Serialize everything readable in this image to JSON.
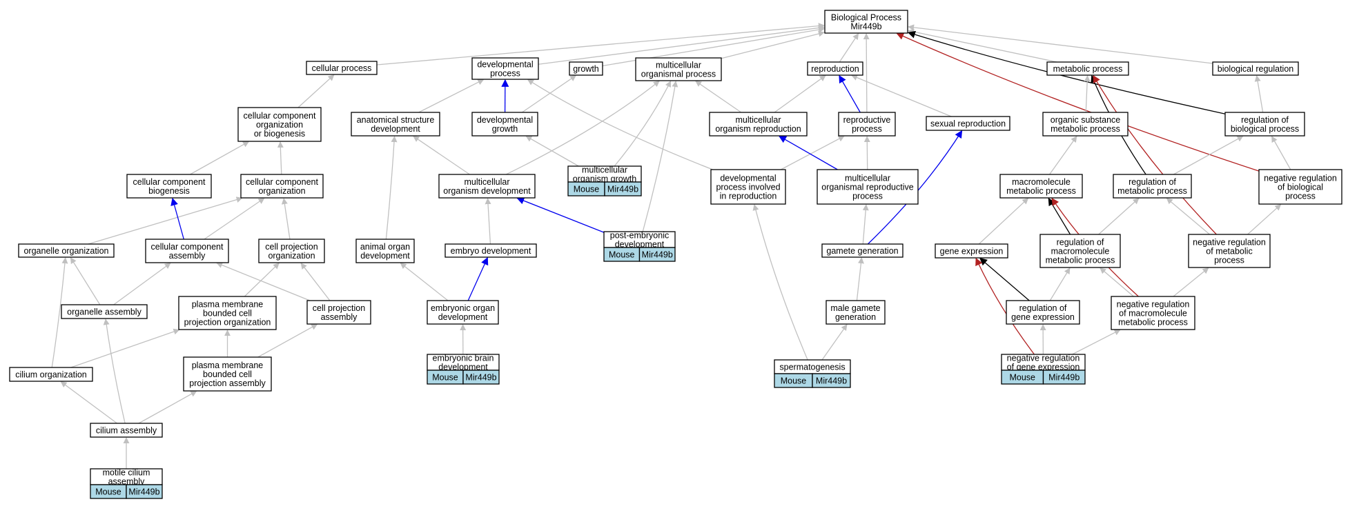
{
  "colors": {
    "is_a": "#c0c0c0",
    "part_of": "#000000",
    "positively_regulates": "#0000ee",
    "negatively_regulates": "#b22222",
    "annotation_tag": "#add8e6"
  },
  "nodes": {
    "bp": {
      "lines": [
        "Biological Process",
        "Mir449b"
      ]
    },
    "cellular_process": {
      "lines": [
        "cellular process"
      ]
    },
    "developmental_process": {
      "lines": [
        "developmental",
        "process"
      ]
    },
    "growth": {
      "lines": [
        "growth"
      ]
    },
    "multicellular_organismal_process": {
      "lines": [
        "multicellular",
        "organismal process"
      ]
    },
    "reproduction": {
      "lines": [
        "reproduction"
      ]
    },
    "metabolic_process": {
      "lines": [
        "metabolic process"
      ]
    },
    "biological_regulation": {
      "lines": [
        "biological regulation"
      ]
    },
    "cc_org_or_biogenesis": {
      "lines": [
        "cellular component",
        "organization",
        "or biogenesis"
      ]
    },
    "anatomical_structure_development": {
      "lines": [
        "anatomical structure",
        "development"
      ]
    },
    "developmental_growth": {
      "lines": [
        "developmental",
        "growth"
      ]
    },
    "multicellular_organism_reproduction": {
      "lines": [
        "multicellular",
        "organism reproduction"
      ]
    },
    "reproductive_process": {
      "lines": [
        "reproductive",
        "process"
      ]
    },
    "sexual_reproduction": {
      "lines": [
        "sexual reproduction"
      ]
    },
    "organic_substance_metabolic_process": {
      "lines": [
        "organic substance",
        "metabolic process"
      ]
    },
    "regulation_of_biological_process": {
      "lines": [
        "regulation of",
        "biological process"
      ]
    },
    "cc_biogenesis": {
      "lines": [
        "cellular component",
        "biogenesis"
      ]
    },
    "cc_organization": {
      "lines": [
        "cellular component",
        "organization"
      ]
    },
    "multicellular_organism_development": {
      "lines": [
        "multicellular",
        "organism development"
      ]
    },
    "multicellular_organism_growth": {
      "lines": [
        "multicellular",
        "organism growth"
      ],
      "tags": [
        "Mouse",
        "Mir449b"
      ]
    },
    "dev_process_in_reproduction": {
      "lines": [
        "developmental",
        "process involved",
        "in reproduction"
      ]
    },
    "multicellular_organismal_reproductive_process": {
      "lines": [
        "multicellular",
        "organismal reproductive",
        "process"
      ]
    },
    "macromolecule_metabolic_process": {
      "lines": [
        "macromolecule",
        "metabolic process"
      ]
    },
    "regulation_of_metabolic_process": {
      "lines": [
        "regulation of",
        "metabolic process"
      ]
    },
    "negative_regulation_of_biological_process": {
      "lines": [
        "negative regulation",
        "of biological",
        "process"
      ]
    },
    "organelle_organization": {
      "lines": [
        "organelle organization"
      ]
    },
    "cc_assembly": {
      "lines": [
        "cellular component",
        "assembly"
      ]
    },
    "cell_projection_organization": {
      "lines": [
        "cell projection",
        "organization"
      ]
    },
    "animal_organ_development": {
      "lines": [
        "animal organ",
        "development"
      ]
    },
    "embryo_development": {
      "lines": [
        "embryo development"
      ]
    },
    "post_embryonic_development": {
      "lines": [
        "post-embryonic",
        "development"
      ],
      "tags": [
        "Mouse",
        "Mir449b"
      ]
    },
    "gamete_generation": {
      "lines": [
        "gamete generation"
      ]
    },
    "gene_expression": {
      "lines": [
        "gene expression"
      ]
    },
    "regulation_of_macromolecule_metabolic_process": {
      "lines": [
        "regulation of",
        "macromolecule",
        "metabolic process"
      ]
    },
    "negative_regulation_of_metabolic_process": {
      "lines": [
        "negative regulation",
        "of metabolic",
        "process"
      ]
    },
    "organelle_assembly": {
      "lines": [
        "organelle assembly"
      ]
    },
    "pm_bounded_cell_projection_organization": {
      "lines": [
        "plasma membrane",
        "bounded cell",
        "projection organization"
      ]
    },
    "cell_projection_assembly": {
      "lines": [
        "cell projection",
        "assembly"
      ]
    },
    "embryonic_organ_development": {
      "lines": [
        "embryonic organ",
        "development"
      ]
    },
    "male_gamete_generation": {
      "lines": [
        "male gamete",
        "generation"
      ]
    },
    "regulation_of_gene_expression": {
      "lines": [
        "regulation of",
        "gene expression"
      ]
    },
    "negative_regulation_of_macromolecule_metabolic_process": {
      "lines": [
        "negative regulation",
        "of macromolecule",
        "metabolic process"
      ]
    },
    "cilium_organization": {
      "lines": [
        "cilium organization"
      ]
    },
    "pm_bounded_cell_projection_assembly": {
      "lines": [
        "plasma membrane",
        "bounded cell",
        "projection assembly"
      ]
    },
    "embryonic_brain_development": {
      "lines": [
        "embryonic brain",
        "development"
      ],
      "tags": [
        "Mouse",
        "Mir449b"
      ]
    },
    "spermatogenesis": {
      "lines": [
        "spermatogenesis"
      ],
      "tags": [
        "Mouse",
        "Mir449b"
      ]
    },
    "negative_regulation_of_gene_expression": {
      "lines": [
        "negative regulation",
        "of gene expression"
      ],
      "tags": [
        "Mouse",
        "Mir449b"
      ]
    },
    "cilium_assembly": {
      "lines": [
        "cilium assembly"
      ]
    },
    "motile_cilium_assembly": {
      "lines": [
        "motile cilium",
        "assembly"
      ],
      "tags": [
        "Mouse",
        "Mir449b"
      ]
    }
  },
  "edges": [
    {
      "from": "cellular_process",
      "to": "bp",
      "type": "is_a"
    },
    {
      "from": "developmental_process",
      "to": "bp",
      "type": "is_a"
    },
    {
      "from": "growth",
      "to": "bp",
      "type": "is_a"
    },
    {
      "from": "multicellular_organismal_process",
      "to": "bp",
      "type": "is_a"
    },
    {
      "from": "reproduction",
      "to": "bp",
      "type": "is_a"
    },
    {
      "from": "reproductive_process",
      "to": "bp",
      "type": "is_a"
    },
    {
      "from": "metabolic_process",
      "to": "bp",
      "type": "is_a"
    },
    {
      "from": "biological_regulation",
      "to": "bp",
      "type": "is_a"
    },
    {
      "from": "regulation_of_biological_process",
      "to": "bp",
      "type": "part_of"
    },
    {
      "from": "negative_regulation_of_biological_process",
      "to": "bp",
      "type": "negatively_regulates"
    },
    {
      "from": "cc_org_or_biogenesis",
      "to": "cellular_process",
      "type": "is_a"
    },
    {
      "from": "anatomical_structure_development",
      "to": "developmental_process",
      "type": "is_a"
    },
    {
      "from": "developmental_growth",
      "to": "developmental_process",
      "type": "positively_regulates"
    },
    {
      "from": "developmental_growth",
      "to": "growth",
      "type": "is_a"
    },
    {
      "from": "multicellular_organism_development",
      "to": "multicellular_organismal_process",
      "type": "is_a"
    },
    {
      "from": "multicellular_organism_growth",
      "to": "multicellular_organismal_process",
      "type": "is_a"
    },
    {
      "from": "post_embryonic_development",
      "to": "multicellular_organismal_process",
      "type": "is_a"
    },
    {
      "from": "multicellular_organism_reproduction",
      "to": "multicellular_organismal_process",
      "type": "is_a"
    },
    {
      "from": "multicellular_organism_reproduction",
      "to": "reproduction",
      "type": "is_a"
    },
    {
      "from": "reproductive_process",
      "to": "reproduction",
      "type": "positively_regulates"
    },
    {
      "from": "sexual_reproduction",
      "to": "reproduction",
      "type": "is_a"
    },
    {
      "from": "dev_process_in_reproduction",
      "to": "developmental_process",
      "type": "is_a"
    },
    {
      "from": "dev_process_in_reproduction",
      "to": "reproductive_process",
      "type": "is_a"
    },
    {
      "from": "multicellular_organismal_reproductive_process",
      "to": "reproductive_process",
      "type": "is_a"
    },
    {
      "from": "multicellular_organismal_reproductive_process",
      "to": "multicellular_organism_reproduction",
      "type": "positively_regulates"
    },
    {
      "from": "organic_substance_metabolic_process",
      "to": "metabolic_process",
      "type": "is_a"
    },
    {
      "from": "regulation_of_metabolic_process",
      "to": "metabolic_process",
      "type": "part_of"
    },
    {
      "from": "negative_regulation_of_metabolic_process",
      "to": "metabolic_process",
      "type": "negatively_regulates"
    },
    {
      "from": "regulation_of_biological_process",
      "to": "biological_regulation",
      "type": "is_a"
    },
    {
      "from": "cc_biogenesis",
      "to": "cc_org_or_biogenesis",
      "type": "is_a"
    },
    {
      "from": "cc_organization",
      "to": "cc_org_or_biogenesis",
      "type": "is_a"
    },
    {
      "from": "multicellular_organism_growth",
      "to": "developmental_growth",
      "type": "is_a"
    },
    {
      "from": "macromolecule_metabolic_process",
      "to": "organic_substance_metabolic_process",
      "type": "is_a"
    },
    {
      "from": "regulation_of_metabolic_process",
      "to": "regulation_of_biological_process",
      "type": "is_a"
    },
    {
      "from": "negative_regulation_of_biological_process",
      "to": "regulation_of_biological_process",
      "type": "is_a"
    },
    {
      "from": "organelle_organization",
      "to": "cc_organization",
      "type": "is_a"
    },
    {
      "from": "cc_assembly",
      "to": "cc_biogenesis",
      "type": "positively_regulates"
    },
    {
      "from": "cc_assembly",
      "to": "cc_organization",
      "type": "is_a"
    },
    {
      "from": "cell_projection_organization",
      "to": "cc_organization",
      "type": "is_a"
    },
    {
      "from": "multicellular_organism_development",
      "to": "anatomical_structure_development",
      "type": "is_a"
    },
    {
      "from": "animal_organ_development",
      "to": "anatomical_structure_development",
      "type": "is_a"
    },
    {
      "from": "embryo_development",
      "to": "multicellular_organism_development",
      "type": "is_a"
    },
    {
      "from": "post_embryonic_development",
      "to": "multicellular_organism_development",
      "type": "positively_regulates"
    },
    {
      "from": "gamete_generation",
      "to": "multicellular_organismal_reproductive_process",
      "type": "is_a"
    },
    {
      "from": "gamete_generation",
      "to": "sexual_reproduction",
      "type": "positively_regulates"
    },
    {
      "from": "gene_expression",
      "to": "macromolecule_metabolic_process",
      "type": "is_a"
    },
    {
      "from": "regulation_of_macromolecule_metabolic_process",
      "to": "macromolecule_metabolic_process",
      "type": "part_of"
    },
    {
      "from": "regulation_of_macromolecule_metabolic_process",
      "to": "regulation_of_metabolic_process",
      "type": "is_a"
    },
    {
      "from": "negative_regulation_of_metabolic_process",
      "to": "regulation_of_metabolic_process",
      "type": "is_a"
    },
    {
      "from": "negative_regulation_of_metabolic_process",
      "to": "negative_regulation_of_biological_process",
      "type": "is_a"
    },
    {
      "from": "negative_regulation_of_macromolecule_metabolic_process",
      "to": "macromolecule_metabolic_process",
      "type": "negatively_regulates"
    },
    {
      "from": "organelle_assembly",
      "to": "organelle_organization",
      "type": "is_a"
    },
    {
      "from": "organelle_assembly",
      "to": "cc_assembly",
      "type": "is_a"
    },
    {
      "from": "pm_bounded_cell_projection_organization",
      "to": "cell_projection_organization",
      "type": "is_a"
    },
    {
      "from": "cell_projection_assembly",
      "to": "cc_assembly",
      "type": "is_a"
    },
    {
      "from": "cell_projection_assembly",
      "to": "cell_projection_organization",
      "type": "is_a"
    },
    {
      "from": "embryonic_organ_development",
      "to": "animal_organ_development",
      "type": "is_a"
    },
    {
      "from": "embryonic_organ_development",
      "to": "embryo_development",
      "type": "positively_regulates"
    },
    {
      "from": "male_gamete_generation",
      "to": "gamete_generation",
      "type": "is_a"
    },
    {
      "from": "regulation_of_gene_expression",
      "to": "gene_expression",
      "type": "part_of"
    },
    {
      "from": "regulation_of_gene_expression",
      "to": "regulation_of_macromolecule_metabolic_process",
      "type": "is_a"
    },
    {
      "from": "negative_regulation_of_macromolecule_metabolic_process",
      "to": "regulation_of_macromolecule_metabolic_process",
      "type": "is_a"
    },
    {
      "from": "negative_regulation_of_macromolecule_metabolic_process",
      "to": "negative_regulation_of_metabolic_process",
      "type": "is_a"
    },
    {
      "from": "cilium_organization",
      "to": "organelle_organization",
      "type": "is_a"
    },
    {
      "from": "cilium_organization",
      "to": "pm_bounded_cell_projection_organization",
      "type": "is_a"
    },
    {
      "from": "pm_bounded_cell_projection_assembly",
      "to": "pm_bounded_cell_projection_organization",
      "type": "is_a"
    },
    {
      "from": "pm_bounded_cell_projection_assembly",
      "to": "cell_projection_assembly",
      "type": "is_a"
    },
    {
      "from": "embryonic_brain_development",
      "to": "embryonic_organ_development",
      "type": "is_a"
    },
    {
      "from": "spermatogenesis",
      "to": "dev_process_in_reproduction",
      "type": "is_a"
    },
    {
      "from": "spermatogenesis",
      "to": "male_gamete_generation",
      "type": "is_a"
    },
    {
      "from": "negative_regulation_of_gene_expression",
      "to": "gene_expression",
      "type": "negatively_regulates"
    },
    {
      "from": "negative_regulation_of_gene_expression",
      "to": "regulation_of_gene_expression",
      "type": "is_a"
    },
    {
      "from": "negative_regulation_of_gene_expression",
      "to": "negative_regulation_of_macromolecule_metabolic_process",
      "type": "is_a"
    },
    {
      "from": "cilium_assembly",
      "to": "cilium_organization",
      "type": "is_a"
    },
    {
      "from": "cilium_assembly",
      "to": "organelle_assembly",
      "type": "is_a"
    },
    {
      "from": "cilium_assembly",
      "to": "pm_bounded_cell_projection_assembly",
      "type": "is_a"
    },
    {
      "from": "motile_cilium_assembly",
      "to": "cilium_assembly",
      "type": "is_a"
    }
  ]
}
